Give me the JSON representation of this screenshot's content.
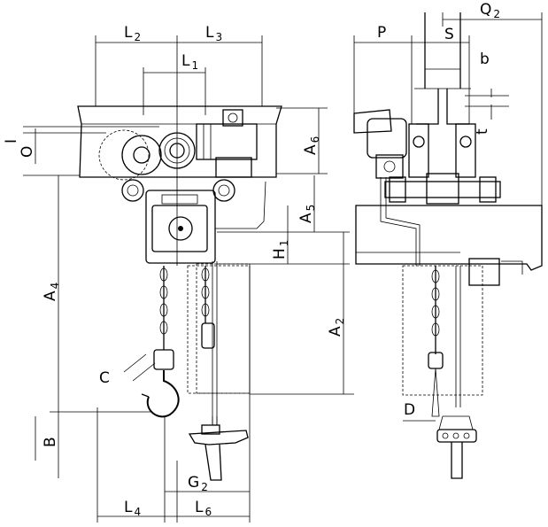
{
  "dimensions": [
    {
      "id": "L2",
      "main": "L",
      "sub": "2"
    },
    {
      "id": "L3",
      "main": "L",
      "sub": "3"
    },
    {
      "id": "L1",
      "main": "L",
      "sub": "1"
    },
    {
      "id": "I",
      "main": "I",
      "sub": ""
    },
    {
      "id": "O",
      "main": "O",
      "sub": ""
    },
    {
      "id": "A6",
      "main": "A",
      "sub": "6"
    },
    {
      "id": "A5",
      "main": "A",
      "sub": "5"
    },
    {
      "id": "H1",
      "main": "H",
      "sub": "1"
    },
    {
      "id": "A4",
      "main": "A",
      "sub": "4"
    },
    {
      "id": "A2",
      "main": "A",
      "sub": "2"
    },
    {
      "id": "C",
      "main": "C",
      "sub": ""
    },
    {
      "id": "B",
      "main": "B",
      "sub": ""
    },
    {
      "id": "G2",
      "main": "G",
      "sub": "2"
    },
    {
      "id": "L4",
      "main": "L",
      "sub": "4"
    },
    {
      "id": "L6",
      "main": "L",
      "sub": "6"
    },
    {
      "id": "P",
      "main": "P",
      "sub": ""
    },
    {
      "id": "S",
      "main": "S",
      "sub": ""
    },
    {
      "id": "Q2",
      "main": "Q",
      "sub": "2"
    },
    {
      "id": "b",
      "main": "b",
      "sub": ""
    },
    {
      "id": "t",
      "main": "t",
      "sub": ""
    },
    {
      "id": "D",
      "main": "D",
      "sub": ""
    }
  ]
}
